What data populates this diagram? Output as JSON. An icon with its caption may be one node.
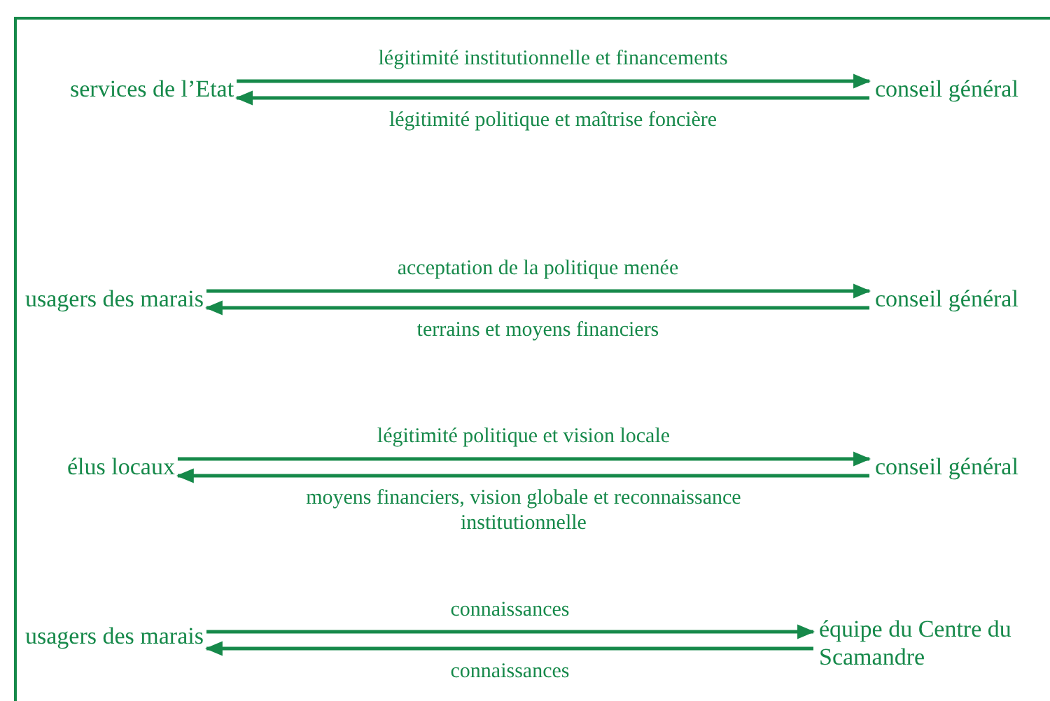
{
  "diagram": {
    "nodes": [
      {
        "text": [
          "services de l’Etat"
        ]
      },
      {
        "text": [
          "conseil général"
        ]
      },
      {
        "text": [
          "usagers des marais"
        ]
      },
      {
        "text": [
          "conseil général"
        ]
      },
      {
        "text": [
          "élus locaux"
        ]
      },
      {
        "text": [
          "conseil général"
        ]
      },
      {
        "text": [
          "usagers des marais"
        ]
      },
      {
        "text": [
          "équipe du Centre du Scamandre"
        ]
      }
    ],
    "edges": [
      {
        "from": 0,
        "to": 1,
        "arrow": "to",
        "label": "légitimité institutionnelle et financements"
      },
      {
        "from": 1,
        "to": 0,
        "arrow": "to",
        "label": "légitimité politique et maîtrise foncière"
      },
      {
        "from": 2,
        "to": 3,
        "arrow": "to",
        "label": "acceptation de la politique menée"
      },
      {
        "from": 3,
        "to": 2,
        "arrow": "to",
        "label": "terrains et moyens financiers"
      },
      {
        "from": 4,
        "to": 5,
        "arrow": "to",
        "label": "légitimité politique et vision locale"
      },
      {
        "from": 5,
        "to": 4,
        "arrow": "to",
        "label": "moyens financiers, vision globale et reconnaissance institutionnelle"
      },
      {
        "from": 6,
        "to": 7,
        "arrow": "to",
        "label": "connaissances"
      },
      {
        "from": 7,
        "to": 6,
        "arrow": "to",
        "label": "connaissances"
      }
    ]
  }
}
